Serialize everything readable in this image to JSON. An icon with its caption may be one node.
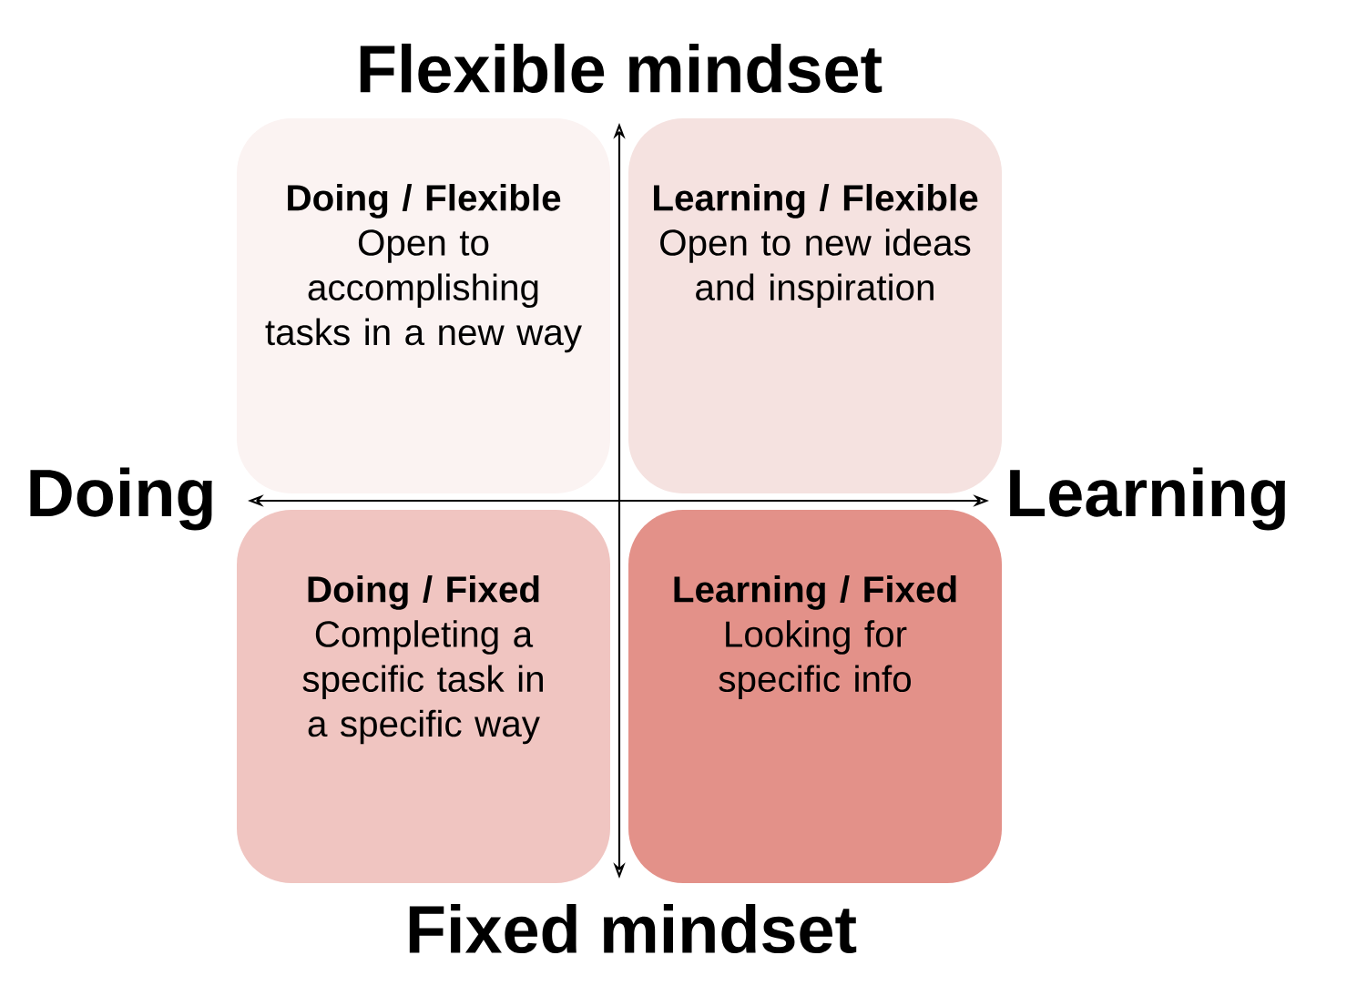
{
  "diagram": {
    "nodes": [
      {
        "text": [
          "Doing / Flexible",
          "Open to accomplishing tasks in a new way"
        ]
      },
      {
        "text": [
          "Learning / Flexible",
          "Open to new ideas and inspiration"
        ]
      },
      {
        "text": [
          "Doing / Fixed",
          "Completing a specific task in a specific way"
        ]
      },
      {
        "text": [
          "Learning / Fixed",
          "Looking for specific info"
        ]
      }
    ],
    "edges": [],
    "labels": [
      "Flexible mindset",
      "Doing",
      "Learning",
      "Fixed mindset"
    ]
  }
}
